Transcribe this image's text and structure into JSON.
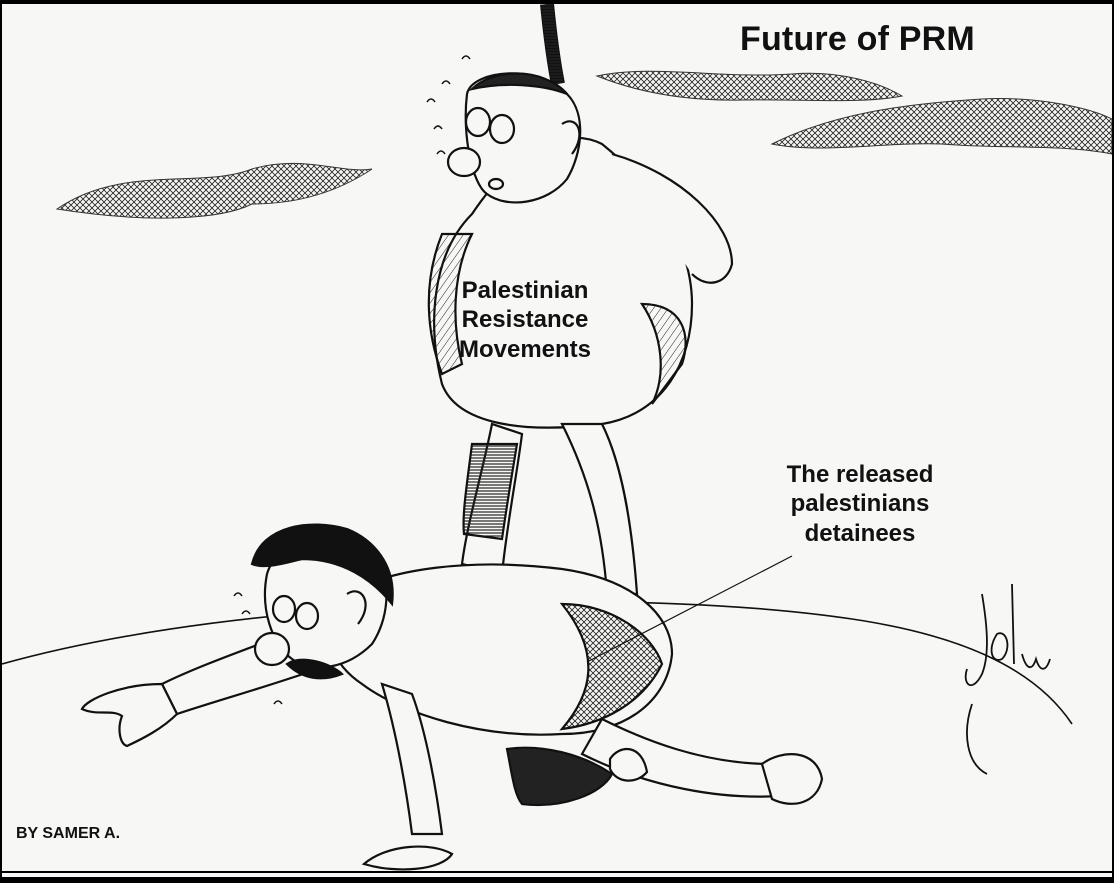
{
  "cartoon": {
    "title": "Future of PRM",
    "shirt_label": {
      "line1": "Palestinian",
      "line2": "Resistance",
      "line3": "Movements"
    },
    "pointer_label": {
      "line1": "The released",
      "line2": "palestinians",
      "line3": "detainees"
    },
    "credit": "BY SAMER A.",
    "signature": "signature-mark"
  },
  "colors": {
    "ink": "#111111",
    "paper": "#f7f7f5",
    "shade": "#555555"
  }
}
